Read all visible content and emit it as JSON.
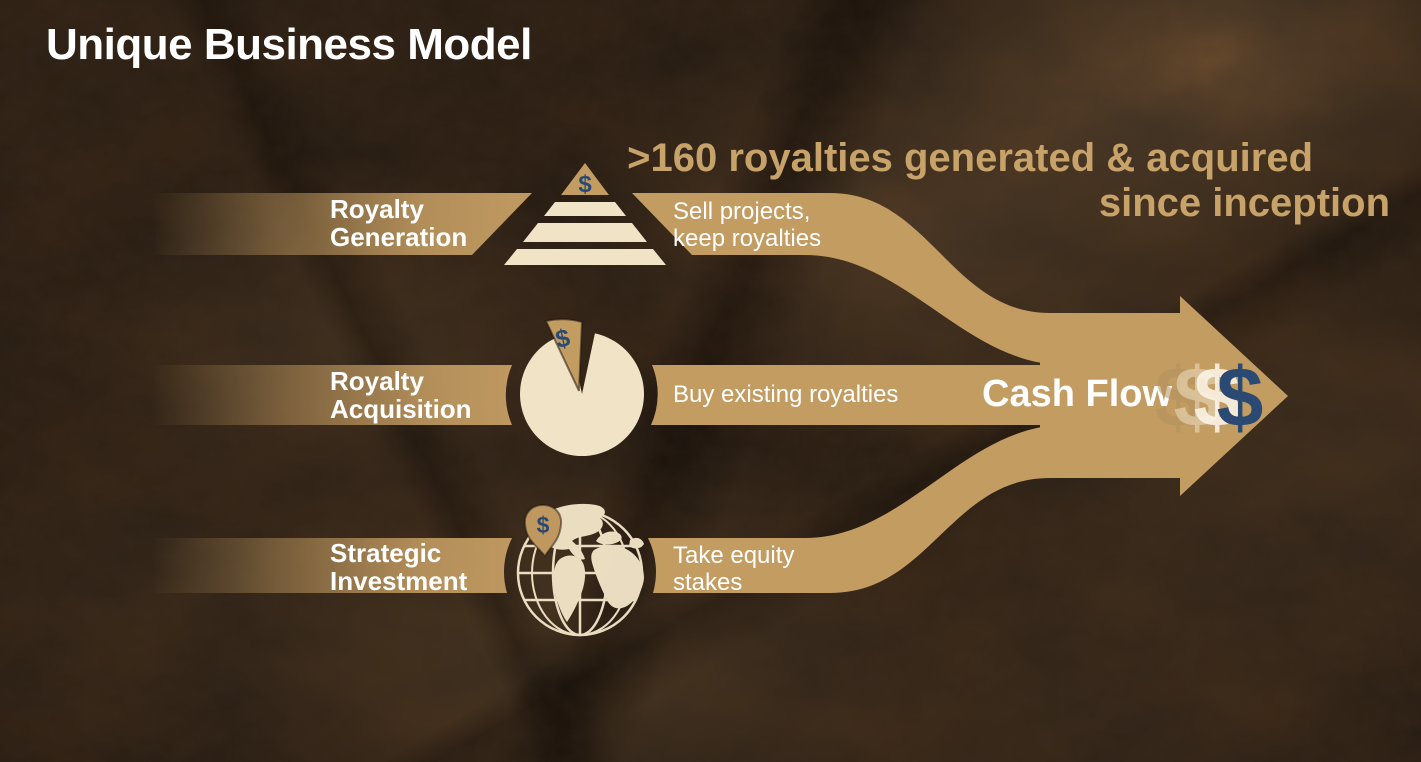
{
  "slide": {
    "title": "Unique Business Model",
    "headline": {
      "line1": ">160 royalties generated & acquired",
      "line2": "since inception"
    }
  },
  "rows": [
    {
      "label1": "Royalty",
      "label2": "Generation",
      "desc1": "Sell projects,",
      "desc2": "keep royalties",
      "icon": "pyramid-dollar-icon",
      "dollar": "$"
    },
    {
      "label1": "Royalty",
      "label2": "Acquisition",
      "desc1": "Buy existing royalties",
      "desc2": "",
      "icon": "pie-chart-dollar-icon",
      "dollar": "$"
    },
    {
      "label1": "Strategic",
      "label2": "Investment",
      "desc1": "Take equity",
      "desc2": "stakes",
      "icon": "globe-pin-dollar-icon",
      "dollar": "$"
    }
  ],
  "output": {
    "label": "Cash Flow",
    "dollar": "$",
    "icon": "dollar-stack-icon"
  },
  "colors": {
    "tan": "#C39C62",
    "cream": "#F0E3C6",
    "navy": "#2A4A73",
    "headline_gold": "#C7A269",
    "text_white": "#FFFFFF",
    "background_base": "#241B12"
  }
}
